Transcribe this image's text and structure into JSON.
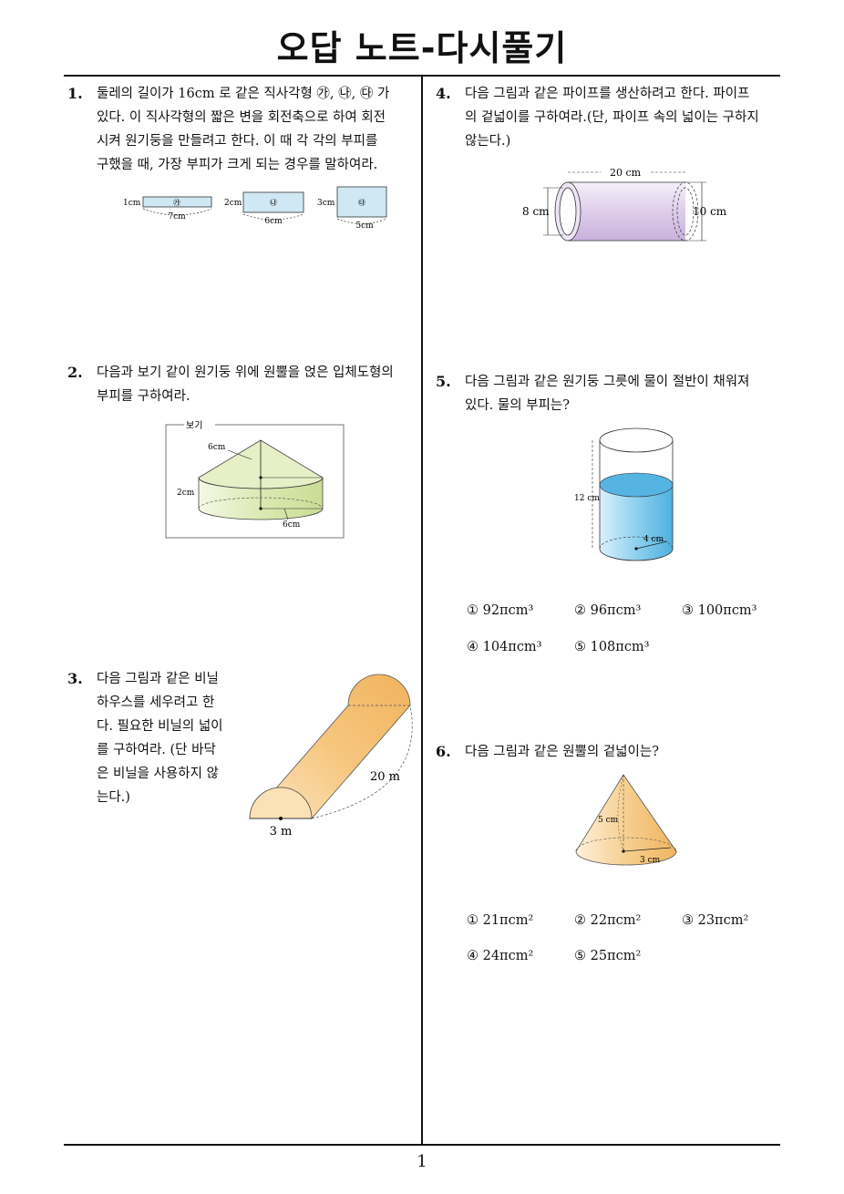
{
  "page": {
    "title": "오답 노트-다시풀기",
    "page_number": "1"
  },
  "questions": [
    {
      "number": "1.",
      "lines": [
        "둘레의 길이가 16cm 로 같은 직사각형 ㉮, ㉯, ㉰ 가",
        "있다. 이 직사각형의 짧은 변을 회전축으로 하여 회전",
        "시켜 원기둥을 만들려고 한다. 이 때 각 각의 부피를",
        "구했을 때, 가장 부피가 크게 되는 경우를 말하여라."
      ],
      "figure": {
        "rects": [
          {
            "side": "1cm",
            "mark": "㉮",
            "bottom": "7cm"
          },
          {
            "side": "2cm",
            "mark": "㉯",
            "bottom": "6cm"
          },
          {
            "side": "3cm",
            "mark": "㉰",
            "bottom": "5cm"
          }
        ]
      }
    },
    {
      "number": "2.",
      "lines": [
        "다음과 보기 같이 원기둥 위에 원뿔을 얹은 입체도형의",
        "부피를 구하여라."
      ],
      "figure": {
        "box_label": "보기",
        "slant": "6cm",
        "height": "2cm",
        "radius": "6cm"
      }
    },
    {
      "number": "3.",
      "lines": [
        "다음 그림과 같은 비닐",
        "하우스를 세우려고 한",
        "다. 필요한 비닐의 넓이",
        "를 구하여라. (단 바닥",
        "은 비닐을 사용하지 않",
        "는다.)"
      ],
      "figure": {
        "length": "20 m",
        "diameter": "3 m"
      }
    },
    {
      "number": "4.",
      "lines": [
        "다음 그림과 같은 파이프를 생산하려고 한다. 파이프",
        "의 겉넓이를 구하여라.(단, 파이프 속의 넓이는 구하지",
        "않는다.)"
      ],
      "figure": {
        "length": "20 cm",
        "inner": "8 cm",
        "outer": "10 cm"
      }
    },
    {
      "number": "5.",
      "lines": [
        "다음 그림과 같은 원기둥 그릇에 물이 절반이 채워져",
        "있다. 물의 부피는?"
      ],
      "figure": {
        "height": "12 cm",
        "radius": "4 cm"
      },
      "choices": [
        "① 92πcm³",
        "② 96πcm³",
        "③ 100πcm³",
        "④ 104πcm³",
        "⑤ 108πcm³"
      ]
    },
    {
      "number": "6.",
      "lines": [
        "다음 그림과 같은 원뿔의 겉넓이는?"
      ],
      "figure": {
        "slant": "5 cm",
        "radius": "3 cm"
      },
      "choices": [
        "① 21πcm²",
        "② 22πcm²",
        "③ 23πcm²",
        "④ 24πcm²",
        "⑤ 25πcm²"
      ]
    }
  ],
  "colors": {
    "rect_fill": "#cfe8f3",
    "pipe_fill": "#e3d6ef",
    "water_fill": "#56b4e3",
    "solid_fill": "#e4efc2",
    "orange_fill": "#f7c981"
  }
}
